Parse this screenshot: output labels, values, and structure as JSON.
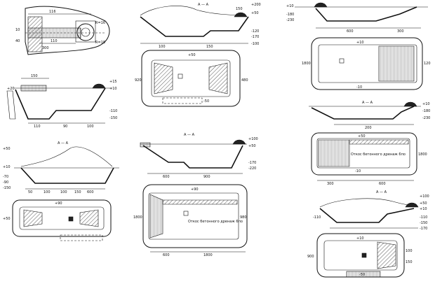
{
  "sections": {
    "top_left": {
      "label": "",
      "dims": [
        "R=16",
        "R=18",
        "110",
        "116",
        "10",
        "300",
        "40"
      ]
    },
    "mid_left": {
      "label": "",
      "dims": [
        "150",
        "+15",
        "+10",
        "+20",
        "-110",
        "-150",
        "110",
        "90",
        "100"
      ]
    },
    "bottom_left": {
      "label": "A — A",
      "dims": [
        "+50",
        "+10",
        "-70",
        "-90",
        "-150",
        "50",
        "100",
        "100",
        "150",
        "600"
      ],
      "plan_dims": [
        "+90",
        "+50"
      ]
    },
    "top_mid": {
      "label": "A — A",
      "dims": [
        "+200",
        "+50",
        "150",
        "-120",
        "-170",
        "100",
        "150",
        "-100"
      ],
      "plan_dims": [
        "+50",
        "-50",
        "920",
        "480"
      ]
    },
    "center": {
      "label": "A — A",
      "dims": [
        "+100",
        "+50",
        "-170",
        "-220",
        "600",
        "900"
      ],
      "plan_dims": [
        "+90",
        "1800",
        "980",
        "600",
        "1800"
      ],
      "text": "Откос бетонного дренаж 6по"
    },
    "top_right": {
      "label": "",
      "dims": [
        "+10",
        "-180",
        "-230",
        "600",
        "300"
      ],
      "plan_dims": [
        "+10",
        "-10",
        "1800",
        "120"
      ]
    },
    "mid_right": {
      "label": "A — A",
      "dims": [
        "+10",
        "-180",
        "-230",
        "200"
      ],
      "plan_dims": [
        "+50",
        "-10",
        "1800",
        "300",
        "600"
      ],
      "text": "Откос бетонного дренаж 6по"
    },
    "bottom_right": {
      "label": "A — A",
      "dims": [
        "+100",
        "+50",
        "+10",
        "-110",
        "-150",
        "-170",
        "-110"
      ],
      "plan_dims": [
        "+10",
        "-50",
        "900",
        "100",
        "150"
      ]
    }
  }
}
